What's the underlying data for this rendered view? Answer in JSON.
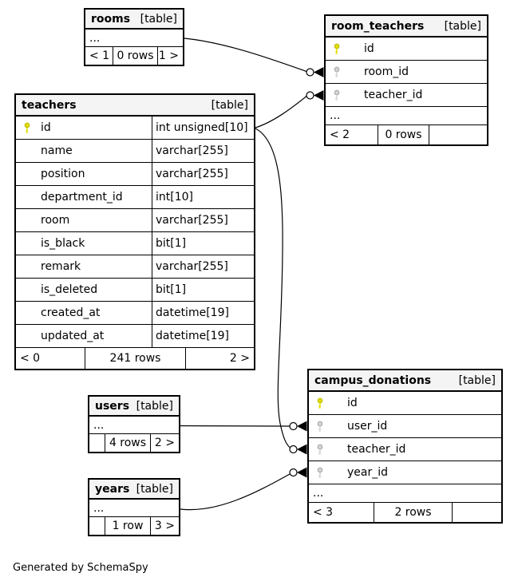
{
  "diagram": {
    "generated_by": "Generated by SchemaSpy"
  },
  "colors": {
    "border": "#000000",
    "header_bg": "#f4f4f4",
    "primary_key_icon": "#e2e000",
    "foreign_key_icon": "#d4d4d4"
  },
  "tables": {
    "rooms": {
      "name": "rooms",
      "tag": "[table]",
      "ellipsis": "...",
      "footer": {
        "left": "< 1",
        "rows": "0 rows",
        "right": "1 >"
      }
    },
    "room_teachers": {
      "name": "room_teachers",
      "tag": "[table]",
      "ellipsis": "...",
      "columns": [
        {
          "name": "id",
          "key": "primary"
        },
        {
          "name": "room_id",
          "key": "foreign"
        },
        {
          "name": "teacher_id",
          "key": "foreign"
        }
      ],
      "footer": {
        "left": "< 2",
        "rows": "0 rows",
        "right": ""
      }
    },
    "teachers": {
      "name": "teachers",
      "tag": "[table]",
      "columns": [
        {
          "name": "id",
          "type": "int unsigned[10]",
          "key": "primary"
        },
        {
          "name": "name",
          "type": "varchar[255]",
          "key": ""
        },
        {
          "name": "position",
          "type": "varchar[255]",
          "key": ""
        },
        {
          "name": "department_id",
          "type": "int[10]",
          "key": ""
        },
        {
          "name": "room",
          "type": "varchar[255]",
          "key": ""
        },
        {
          "name": "is_black",
          "type": "bit[1]",
          "key": ""
        },
        {
          "name": "remark",
          "type": "varchar[255]",
          "key": ""
        },
        {
          "name": "is_deleted",
          "type": "bit[1]",
          "key": ""
        },
        {
          "name": "created_at",
          "type": "datetime[19]",
          "key": ""
        },
        {
          "name": "updated_at",
          "type": "datetime[19]",
          "key": ""
        }
      ],
      "footer": {
        "left": "< 0",
        "rows": "241 rows",
        "right": "2 >"
      }
    },
    "users": {
      "name": "users",
      "tag": "[table]",
      "ellipsis": "...",
      "footer": {
        "left": "",
        "rows": "4 rows",
        "right": "2 >"
      }
    },
    "years": {
      "name": "years",
      "tag": "[table]",
      "ellipsis": "...",
      "footer": {
        "left": "",
        "rows": "1 row",
        "right": "3 >"
      }
    },
    "campus_donations": {
      "name": "campus_donations",
      "tag": "[table]",
      "ellipsis": "...",
      "columns": [
        {
          "name": "id",
          "key": "primary"
        },
        {
          "name": "user_id",
          "key": "foreign"
        },
        {
          "name": "teacher_id",
          "key": "foreign"
        },
        {
          "name": "year_id",
          "key": "foreign"
        }
      ],
      "footer": {
        "left": "< 3",
        "rows": "2 rows",
        "right": ""
      }
    }
  },
  "relationships": [
    {
      "from": "rooms",
      "to": "room_teachers.room_id"
    },
    {
      "from": "teachers.id",
      "to": "room_teachers.teacher_id"
    },
    {
      "from": "teachers.id",
      "to": "campus_donations.teacher_id"
    },
    {
      "from": "users",
      "to": "campus_donations.user_id"
    },
    {
      "from": "years",
      "to": "campus_donations.year_id"
    }
  ]
}
